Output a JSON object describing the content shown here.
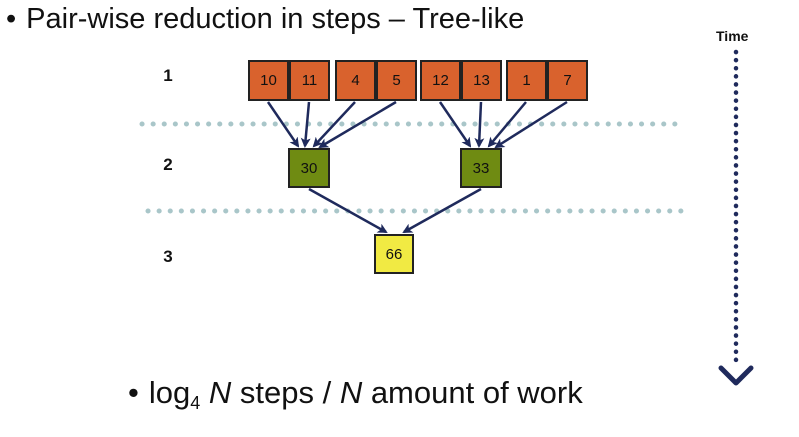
{
  "title": {
    "bullet": "•",
    "text": "Pair-wise reduction in steps – Tree-like"
  },
  "steps": [
    "1",
    "2",
    "3"
  ],
  "time_label": "Time",
  "leaves": [
    "10",
    "11",
    "4",
    "5",
    "12",
    "13",
    "1",
    "7"
  ],
  "level2": [
    "30",
    "33"
  ],
  "level3": "66",
  "footer": {
    "bullet": "•",
    "log": "log",
    "base": "4",
    "n1": "N",
    "steps_text": " steps / ",
    "n2": "N",
    "work_text": " amount of work"
  },
  "colors": {
    "leaf": "#d9622d",
    "mid": "#6f8b12",
    "root": "#f1ea43",
    "arrow": "#1f2a5c",
    "dotted_divider": "#a9c6c9",
    "time_axis": "#1f2a5c"
  }
}
